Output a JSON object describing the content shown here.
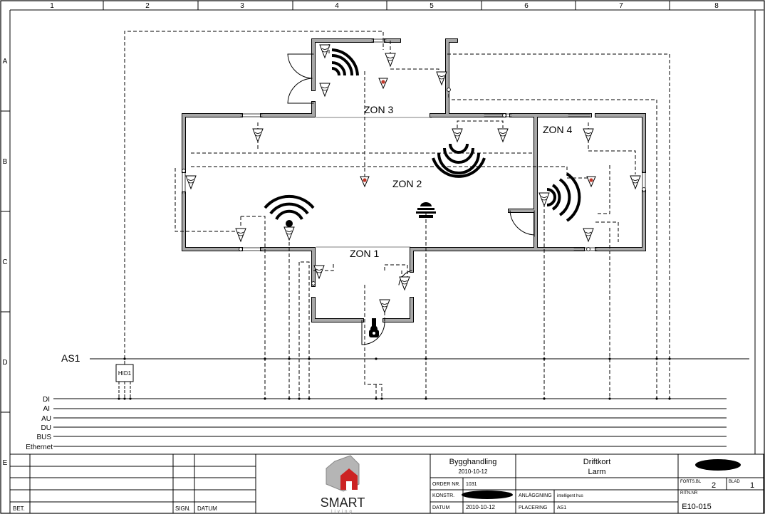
{
  "grid": {
    "columns": [
      "1",
      "2",
      "3",
      "4",
      "5",
      "6",
      "7",
      "8"
    ],
    "rows": [
      "A",
      "B",
      "C",
      "D",
      "E"
    ]
  },
  "zones": {
    "zone1": "ZON 1",
    "zone2": "ZON 2",
    "zone3": "ZON 3",
    "zone4": "ZON 4"
  },
  "bus": {
    "as1": "AS1",
    "hid": "HID1",
    "lines": [
      "DI",
      "AI",
      "AU",
      "DU",
      "BUS",
      "Ethernet"
    ]
  },
  "title_block": {
    "left_labels": {
      "bet": "BET.",
      "sign": "SIGN.",
      "datum": "DATUM"
    },
    "logo": {
      "main": "SMART",
      "sub": "living"
    },
    "document_type": "Bygghandling",
    "document_date": "2010-10-12",
    "order_label": "ORDER NR.",
    "order_value": "1031",
    "konstr_label": "KONSTR.",
    "datum_label": "DATUM",
    "datum_value": "2010-10-12",
    "title_line1": "Driftkort",
    "title_line2": "Larm",
    "anlaggning_label": "ANLÄGGNING",
    "anlaggning_value": "intelligent hus",
    "placering_label": "PLACERING",
    "placering_value": "AS1",
    "forts_label": "FORTS.BL",
    "forts_value": "2",
    "blad_label": "BLAD",
    "blad_value": "1",
    "ritnr_label": "RITN.NR",
    "ritnr_value": "E10-015"
  },
  "colors": {
    "wall": "#a8a8a8",
    "detector_accent": "#c0392b",
    "line": "#000000"
  }
}
